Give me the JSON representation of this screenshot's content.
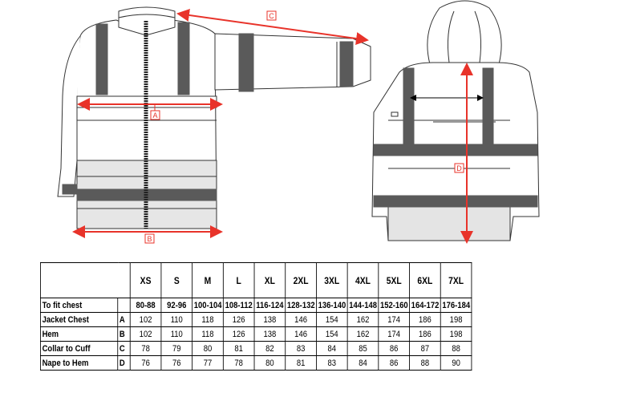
{
  "measure_labels": {
    "A": "A",
    "B": "B",
    "C": "C",
    "D": "D"
  },
  "size_chart": {
    "sizes": [
      "XS",
      "S",
      "M",
      "L",
      "XL",
      "2XL",
      "3XL",
      "4XL",
      "5XL",
      "6XL",
      "7XL"
    ],
    "rows": [
      {
        "label": "To fit chest",
        "code": "",
        "values": [
          "80-88",
          "92-96",
          "100-104",
          "108-112",
          "116-124",
          "128-132",
          "136-140",
          "144-148",
          "152-160",
          "164-172",
          "176-184"
        ]
      },
      {
        "label": "Jacket Chest",
        "code": "A",
        "values": [
          "102",
          "110",
          "118",
          "126",
          "138",
          "146",
          "154",
          "162",
          "174",
          "186",
          "198"
        ]
      },
      {
        "label": "Hem",
        "code": "B",
        "values": [
          "102",
          "110",
          "118",
          "126",
          "138",
          "146",
          "154",
          "162",
          "174",
          "186",
          "198"
        ]
      },
      {
        "label": "Collar to Cuff",
        "code": "C",
        "values": [
          "78",
          "79",
          "80",
          "81",
          "82",
          "83",
          "84",
          "85",
          "86",
          "87",
          "88"
        ]
      },
      {
        "label": "Nape to Hem",
        "code": "D",
        "values": [
          "76",
          "76",
          "77",
          "78",
          "80",
          "81",
          "83",
          "84",
          "86",
          "88",
          "90"
        ]
      }
    ]
  },
  "colors": {
    "measure": "#e8332a",
    "stripe": "#5a5a5a",
    "outline": "#333333",
    "panel": "#e4e4e4"
  }
}
